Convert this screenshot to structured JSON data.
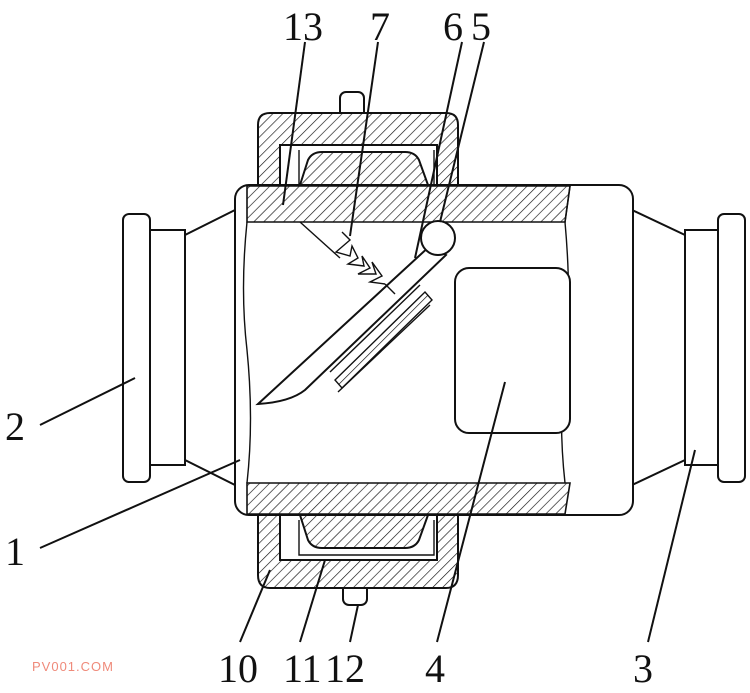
{
  "labels": {
    "l13": "13",
    "l7": "7",
    "l6": "6",
    "l5": "5",
    "l2": "2",
    "l1": "1",
    "l10": "10",
    "l11": "11",
    "l12": "12",
    "l4": "4",
    "l3": "3"
  },
  "watermark": "PV001.COM",
  "colors": {
    "line": "#111111",
    "watermark": "#ef8a7a",
    "background": "#ffffff"
  }
}
